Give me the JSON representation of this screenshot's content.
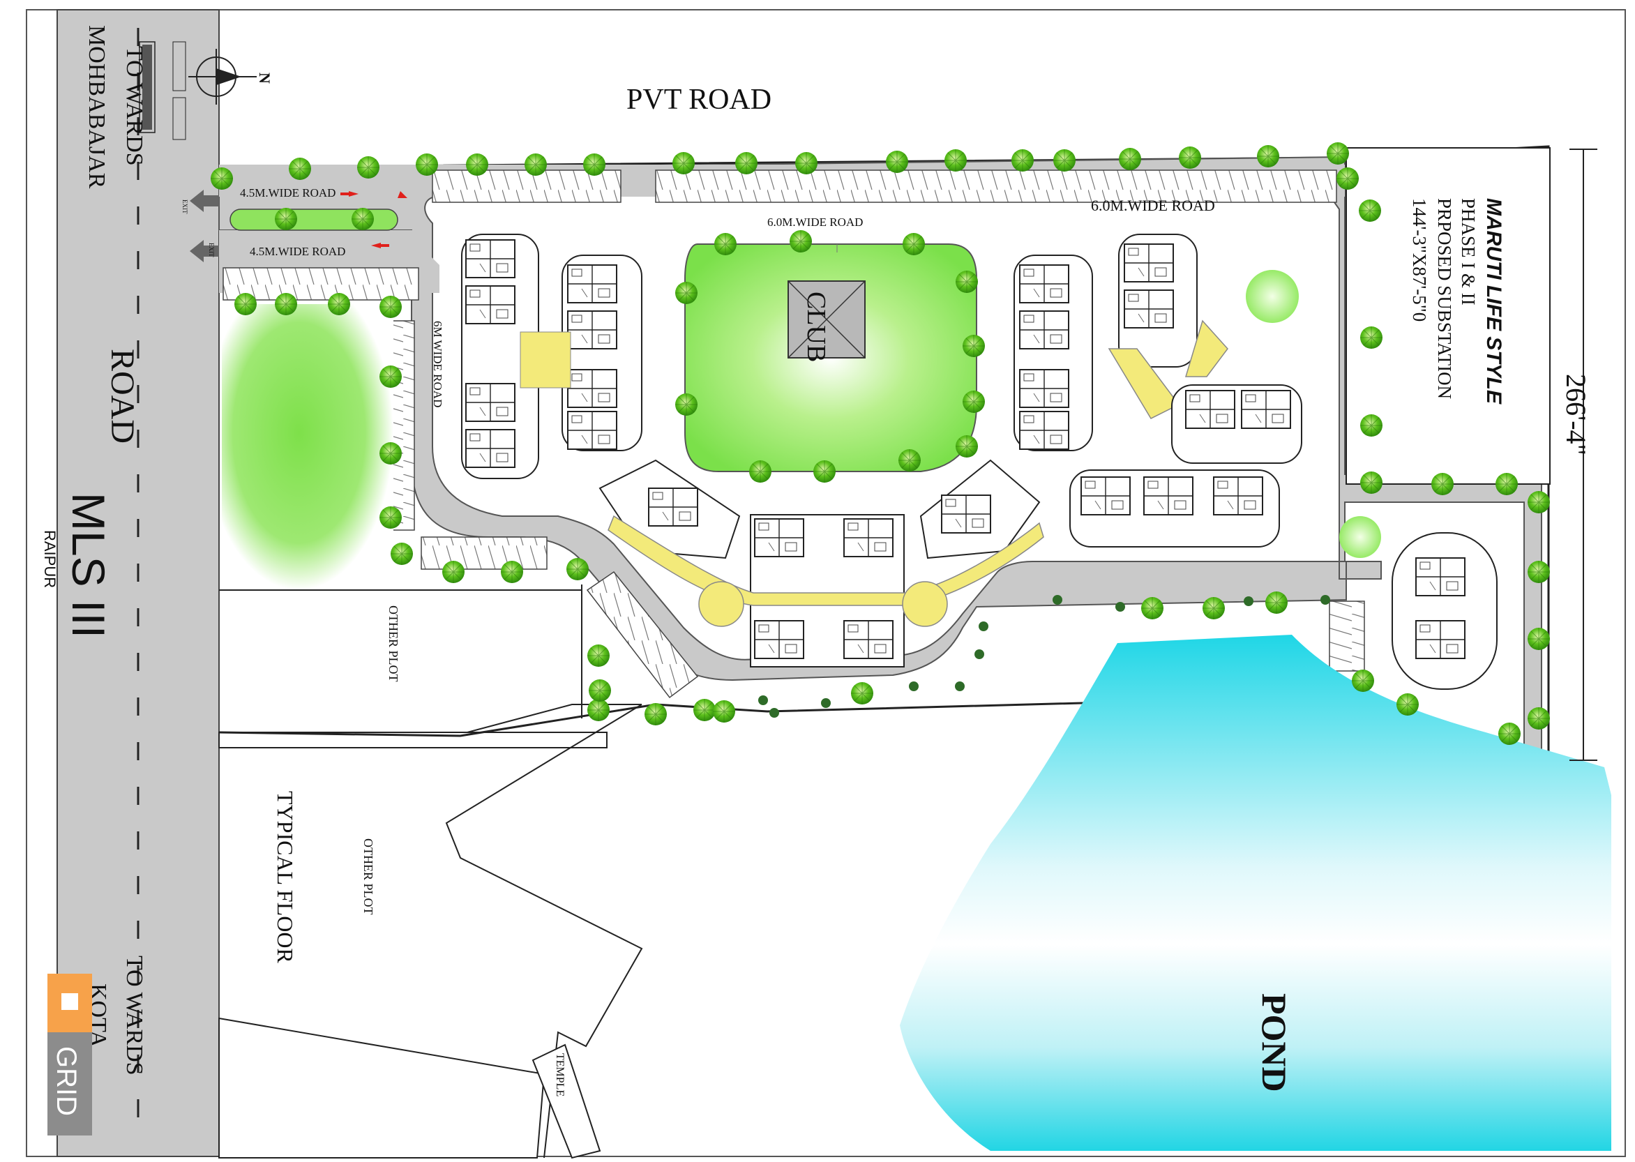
{
  "labels": {
    "pvt_road": "PVT ROAD",
    "road_vertical": "ROAD",
    "mls": "MLS III",
    "raipur": "RAIPUR",
    "towards_mohbabajar_1": "TO WARDS",
    "towards_mohbabajar_2": "MOHBABAJAR",
    "towards_kota_1": "TO WARDS",
    "towards_kota_2": "KOTA",
    "wide_road_45_top": "4.5M.WIDE ROAD",
    "wide_road_45_bottom": "4.5M.WIDE ROAD",
    "wide_road_60_center": "6.0M.WIDE ROAD",
    "wide_road_60_right": "6.0M.WIDE ROAD",
    "wide_road_6m_vertical": "6M WIDE ROAD",
    "club": "CLUB",
    "other_plot_1": "OTHER PLOT",
    "other_plot_2": "OTHER PLOT",
    "typical_floor": "TYPICAL FLOOR",
    "temple": "TEMPLE",
    "pond": "POND",
    "dimension": "266'-4\"",
    "north": "N",
    "exit_1": "EXIT",
    "exit_2": "EXIT",
    "grid_logo": "GRID"
  },
  "title_block": {
    "project": "MARUTI LIFE STYLE",
    "phase": "PHASE I & II",
    "substation": "PRPOSED SUBSTATION",
    "size": "144'-3\"X87'-5\"0"
  },
  "colors": {
    "road": "#c9c9c9",
    "lawn": "#7ee04a",
    "pond": "#23d6e6",
    "corridor": "#f3ea7a",
    "tree": "#5cc01c",
    "logo_orange": "#f7a24a",
    "logo_grey": "#8c8c8c"
  }
}
